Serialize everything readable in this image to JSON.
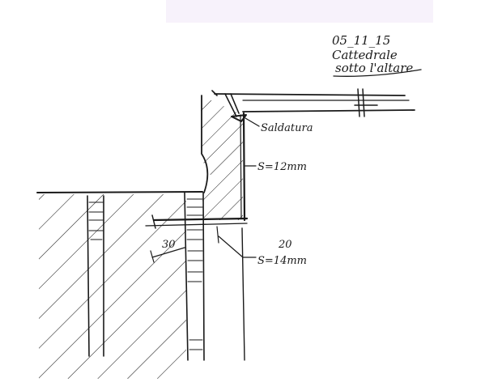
{
  "header": {
    "date": "05_11_15",
    "line1": "Cattedrale",
    "line2": "sotto l'altare"
  },
  "labels": {
    "weld": "Saldatura",
    "plate_thickness": "S=12mm",
    "dim_30": "30",
    "dim_20": "20",
    "bottom_plate": "S=14mm"
  },
  "colors": {
    "ink": "#1a1a1a",
    "paper": "#ffffff",
    "top_tint": "#f7f2fb"
  }
}
